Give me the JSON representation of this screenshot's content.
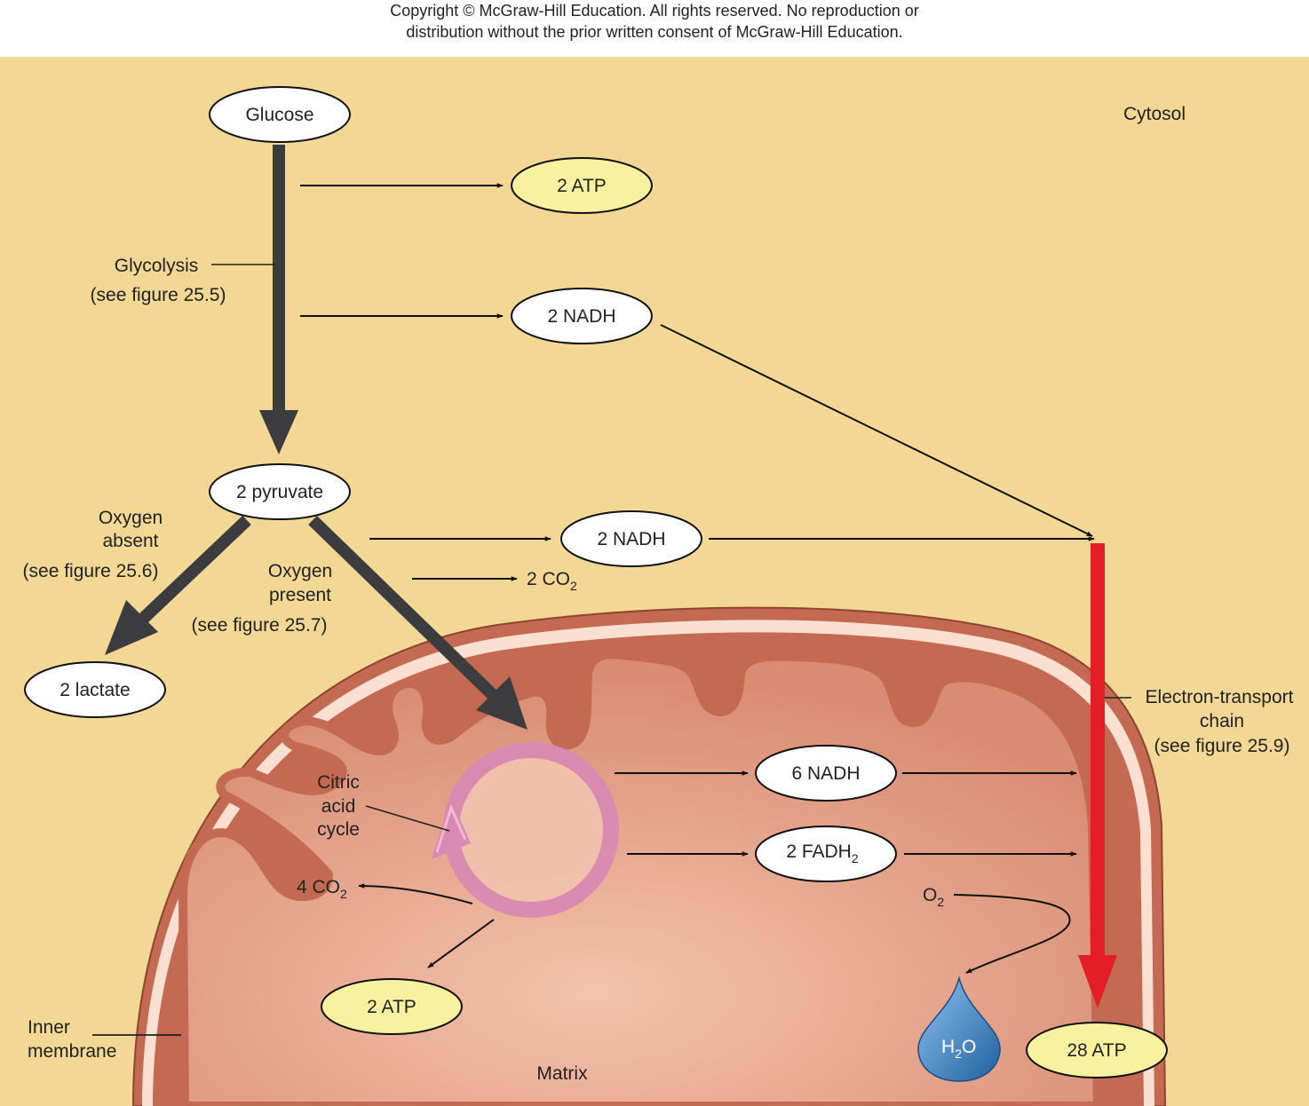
{
  "copyright": {
    "line1": "Copyright © McGraw-Hill Education. All rights reserved. No reproduction or",
    "line2": "distribution without the prior written consent of McGraw-Hill Education."
  },
  "colors": {
    "cytosol": "#f2d795",
    "matrix": "#e6a58e",
    "membrane": "#c46a52",
    "membrane_light": "#fbe0d2",
    "gray_arrow": "#3c3c3e",
    "red_arrow": "#e31e24",
    "atp_fill": "#f8f2a0",
    "cycle": "#d98ab2",
    "water": "#3f7fbf"
  },
  "labels": {
    "cytosol": "Cytosol",
    "glycolysis": "Glycolysis",
    "see_25_5": "(see figure 25.5)",
    "oxygen_absent_1": "Oxygen",
    "oxygen_absent_2": "absent",
    "see_25_6": "(see figure 25.6)",
    "oxygen_present_1": "Oxygen",
    "oxygen_present_2": "present",
    "see_25_7": "(see figure 25.7)",
    "co2_pyruvate": "2 CO",
    "co2_pyruvate_sub": "2",
    "citric_1": "Citric",
    "citric_2": "acid",
    "citric_3": "cycle",
    "co2_cycle": "4 CO",
    "co2_cycle_sub": "2",
    "etc_1": "Electron-transport",
    "etc_2": "chain",
    "see_25_9": "(see figure 25.9)",
    "o2": "O",
    "o2_sub": "2",
    "h2o_h": "H",
    "h2o_sub": "2",
    "h2o_o": "O",
    "inner_1": "Inner",
    "inner_2": "membrane",
    "matrix": "Matrix"
  },
  "nodes": {
    "glucose": "Glucose",
    "atp_glycolysis": "2 ATP",
    "nadh_glycolysis": "2 NADH",
    "pyruvate": "2 pyruvate",
    "nadh_pyruvate": "2 NADH",
    "lactate": "2 lactate",
    "nadh_cycle": "6 NADH",
    "fadh2_cycle": "2 FADH",
    "fadh2_sub": "2",
    "atp_cycle": "2 ATP",
    "atp_etc": "28 ATP"
  }
}
